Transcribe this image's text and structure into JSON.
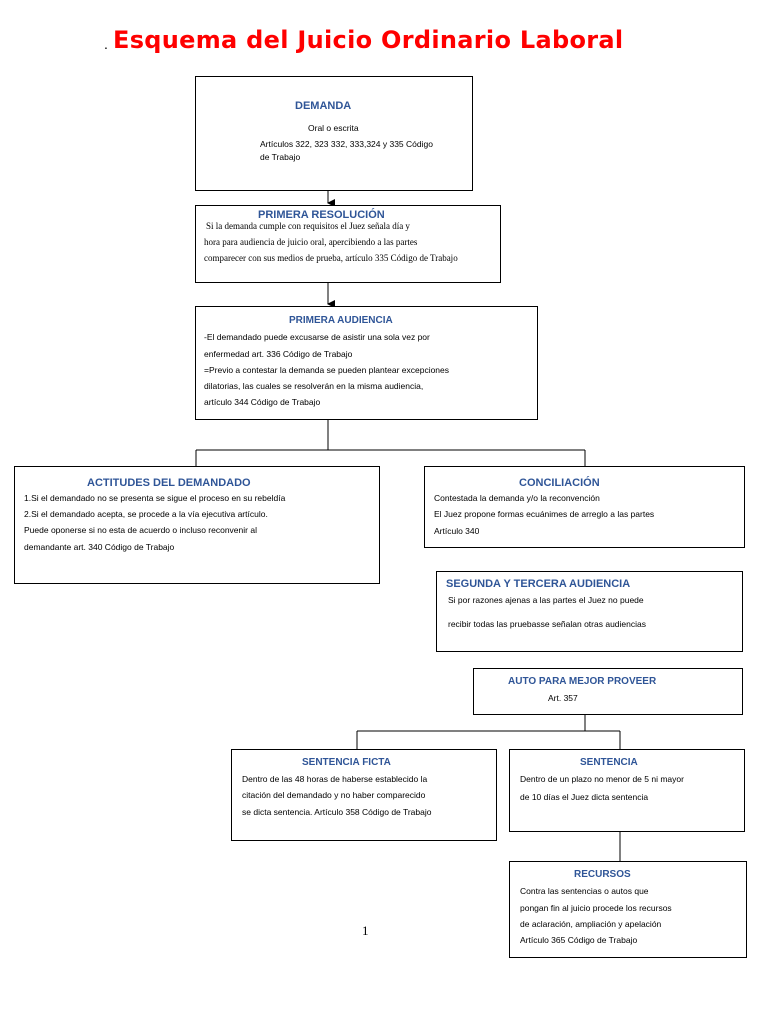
{
  "title": {
    "dot": ".",
    "text": "Esquema del Juicio Ordinario Laboral"
  },
  "boxes": {
    "demanda": {
      "title": "DEMANDA",
      "lines": [
        "Oral o escrita",
        "Artículos 322, 323 332, 333,324 y 335 Código",
        "de Trabajo"
      ]
    },
    "primera_resolucion": {
      "title": "PRIMERA RESOLUCIÓN",
      "lines": [
        "Si la demanda cumple con requisitos el Juez señala día y",
        "hora para audiencia de juicio oral, apercibiendo a las partes",
        "comparecer con sus medios de prueba, artículo 335 Código de Trabajo"
      ]
    },
    "primera_audiencia": {
      "title": "PRIMERA AUDIENCIA",
      "lines": [
        "-El demandado puede excusarse de asistir una sola vez por",
        "enfermedad art. 336 Código de Trabajo",
        "=Previo a contestar la demanda se pueden plantear excepciones",
        "dilatorias, las cuales se resolverán en la misma audiencia,",
        "artículo 344 Código de Trabajo"
      ]
    },
    "actitudes": {
      "title": "ACTITUDES DEL DEMANDADO",
      "lines": [
        "1.Si el demandado no se presenta se sigue el proceso en su rebeldía",
        "2.Si el demandado acepta, se procede a la vía ejecutiva artículo.",
        "Puede oponerse si no esta de acuerdo o incluso reconvenir al",
        "demandante art. 340 Código de Trabajo"
      ]
    },
    "conciliacion": {
      "title": "CONCILIACIÓN",
      "lines": [
        "Contestada la demanda y/o la reconvención",
        "El Juez propone formas ecuánimes de arreglo a las partes",
        "Artículo 340"
      ]
    },
    "segunda_tercera": {
      "title": "SEGUNDA Y TERCERA AUDIENCIA",
      "lines": [
        "Si por razones ajenas a las partes el Juez no puede",
        "recibir todas las pruebasse  señalan otras audiencias"
      ]
    },
    "auto": {
      "title": "AUTO PARA MEJOR PROVEER",
      "lines": [
        "Art. 357"
      ]
    },
    "sentencia_ficta": {
      "title": "SENTENCIA FICTA",
      "lines": [
        "Dentro de las 48 horas de haberse establecido la",
        "citación del demandado y no haber comparecido",
        "se dicta sentencia. Artículo 358  Código de Trabajo"
      ]
    },
    "sentencia": {
      "title": "SENTENCIA",
      "lines": [
        "Dentro de un plazo no menor de 5 ni mayor",
        "de 10 días el Juez dicta sentencia"
      ]
    },
    "recursos": {
      "title": "RECURSOS",
      "lines": [
        "Contra las sentencias o autos que",
        "pongan fin al juicio procede los recursos",
        "de aclaración, ampliación y apelación",
        "Artículo 365 Código de Trabajo"
      ]
    }
  },
  "page_number": "1",
  "colors": {
    "title": "#ff0000",
    "box_title": "#2f5597",
    "border": "#000000"
  }
}
